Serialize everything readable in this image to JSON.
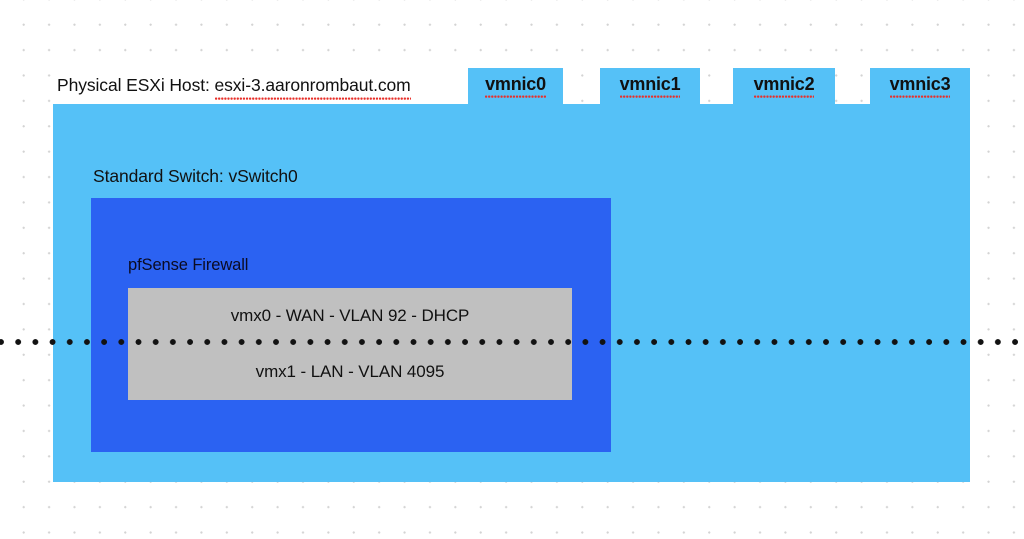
{
  "diagram": {
    "host": {
      "title_prefix": "Physical ESXi Host: ",
      "hostname": "esxi-3.aaronrombaut.com",
      "fill_color": "#55c1f7"
    },
    "uplinks": [
      {
        "label": "vmnic0"
      },
      {
        "label": "vmnic1"
      },
      {
        "label": "vmnic2"
      },
      {
        "label": "vmnic3"
      }
    ],
    "switch": {
      "label": "Standard Switch: vSwitch0",
      "fill_color": "#2b62f2"
    },
    "firewall": {
      "label": "pfSense Firewall"
    },
    "interfaces": {
      "fill_color": "#c0c0c0",
      "rows": [
        {
          "label": "vmx0 - WAN - VLAN 92 - DHCP"
        },
        {
          "label": "vmx1 - LAN - VLAN 4095"
        }
      ]
    },
    "separator": {
      "style": "dotted",
      "color": "#121212"
    }
  }
}
